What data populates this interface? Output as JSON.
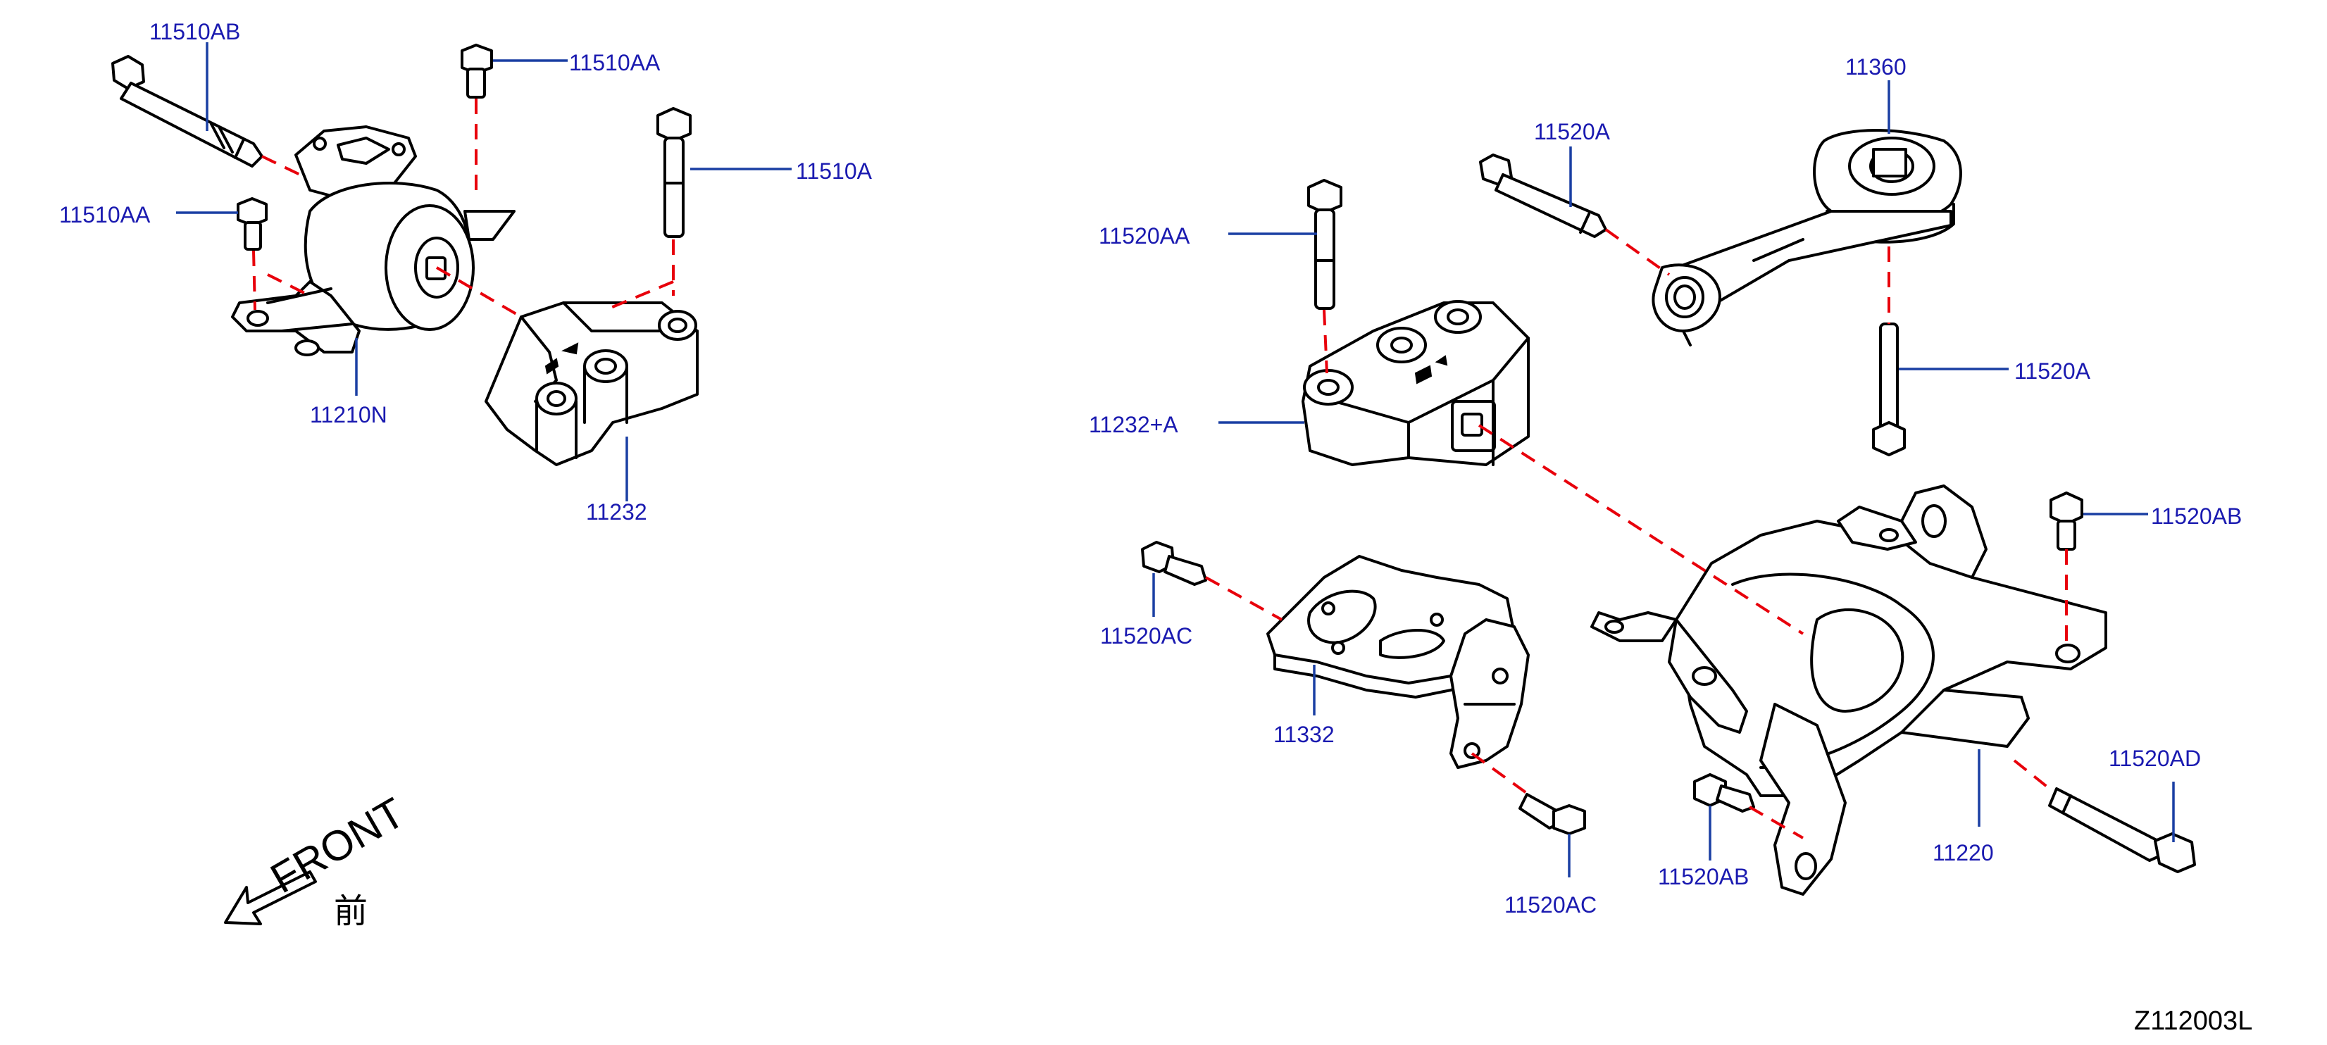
{
  "colors": {
    "callout_text": "#1a1ab0",
    "leader_line": "#1a3fa3",
    "dash_line": "#e8000b",
    "outline": "#000000",
    "background": "#ffffff"
  },
  "callouts": {
    "c_11510AB_top": "11510AB",
    "c_11510AA_top": "11510AA",
    "c_11510A": "11510A",
    "c_11510AA_left": "11510AA",
    "c_11210N": "11210N",
    "c_11232": "11232",
    "c_11360": "11360",
    "c_11520A_top": "11520A",
    "c_11520AA": "11520AA",
    "c_11520A_right": "11520A",
    "c_11232A": "11232+A",
    "c_11520AB_right": "11520AB",
    "c_11520AC_left": "11520AC",
    "c_11332": "11332",
    "c_11520AD": "11520AD",
    "c_11220": "11220",
    "c_11520AB_bottom": "11520AB",
    "c_11520AC_bottom": "11520AC"
  },
  "front_indicator": {
    "label": "FRONT",
    "kanji": "前",
    "icon": "front-arrow-icon"
  },
  "diagram_code": "Z112003L"
}
